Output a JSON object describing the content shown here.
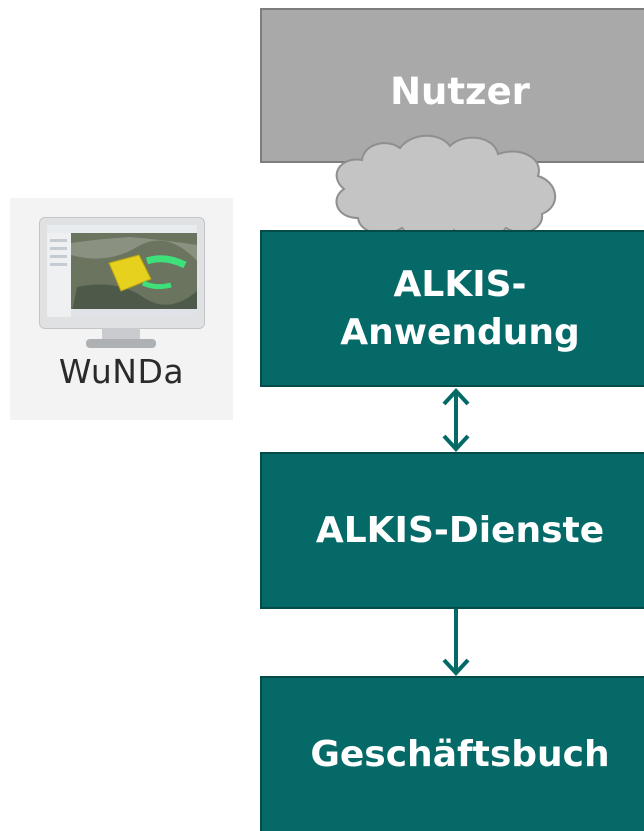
{
  "logo": {
    "text": "WuNDa",
    "icon": "monitor-map-icon"
  },
  "layers": {
    "user": "Nutzer",
    "application": "ALKIS-\nAnwendung",
    "services": "ALKIS-Dienste",
    "book": "Geschäftsbuch"
  },
  "connectors": {
    "network": "cloud-icon",
    "app_to_services": "double-arrow-icon",
    "services_to_book": "down-arrow-icon"
  },
  "colors": {
    "user_block": "#a9a9a9",
    "service_block": "#056a67",
    "arrow": "#056a67",
    "cloud": "#c4c4c4"
  }
}
